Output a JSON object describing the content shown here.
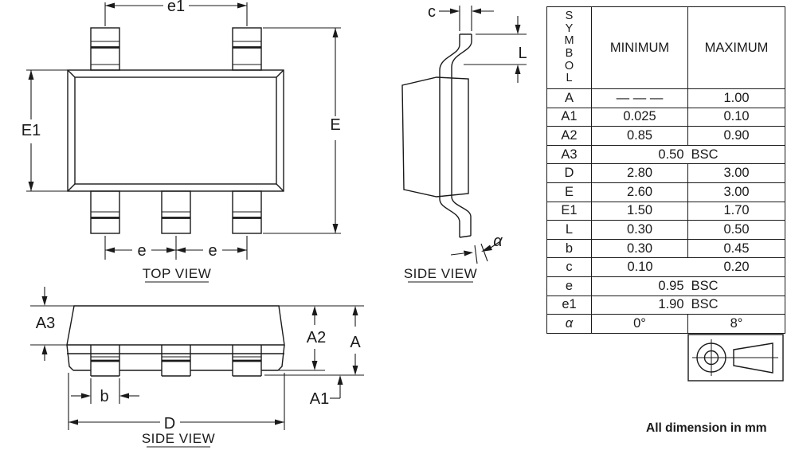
{
  "colors": {
    "line": "#1a1a1a",
    "background": "#ffffff"
  },
  "labels": {
    "e1": "e1",
    "E1": "E1",
    "E": "E",
    "e": "e",
    "c": "c",
    "L": "L",
    "alpha": "α",
    "A3": "A3",
    "b": "b",
    "D": "D",
    "A2": "A2",
    "A": "A",
    "A1": "A1"
  },
  "views": {
    "top_view": "TOP VIEW",
    "side_view": "SIDE VIEW"
  },
  "table": {
    "header": {
      "symbol": "SYMBOL",
      "minimum": "MINIMUM",
      "maximum": "MAXIMUM"
    },
    "rows": [
      {
        "symbol": "A",
        "min": "— — —",
        "max": "1.00"
      },
      {
        "symbol": "A1",
        "min": "0.025",
        "max": "0.10"
      },
      {
        "symbol": "A2",
        "min": "0.85",
        "max": "0.90"
      },
      {
        "symbol": "A3",
        "span": "0.50  BSC"
      },
      {
        "symbol": "D",
        "min": "2.80",
        "max": "3.00"
      },
      {
        "symbol": "E",
        "min": "2.60",
        "max": "3.00"
      },
      {
        "symbol": "E1",
        "min": "1.50",
        "max": "1.70"
      },
      {
        "symbol": "L",
        "min": "0.30",
        "max": "0.50"
      },
      {
        "symbol": "b",
        "min": "0.30",
        "max": "0.45"
      },
      {
        "symbol": "c",
        "min": "0.10",
        "max": "0.20"
      },
      {
        "symbol": "e",
        "span": "0.95  BSC"
      },
      {
        "symbol": "e1",
        "span": "1.90  BSC"
      },
      {
        "symbol": "α",
        "min": "0°",
        "max": "8°"
      }
    ]
  },
  "footer": {
    "note": "All dimension in mm"
  }
}
